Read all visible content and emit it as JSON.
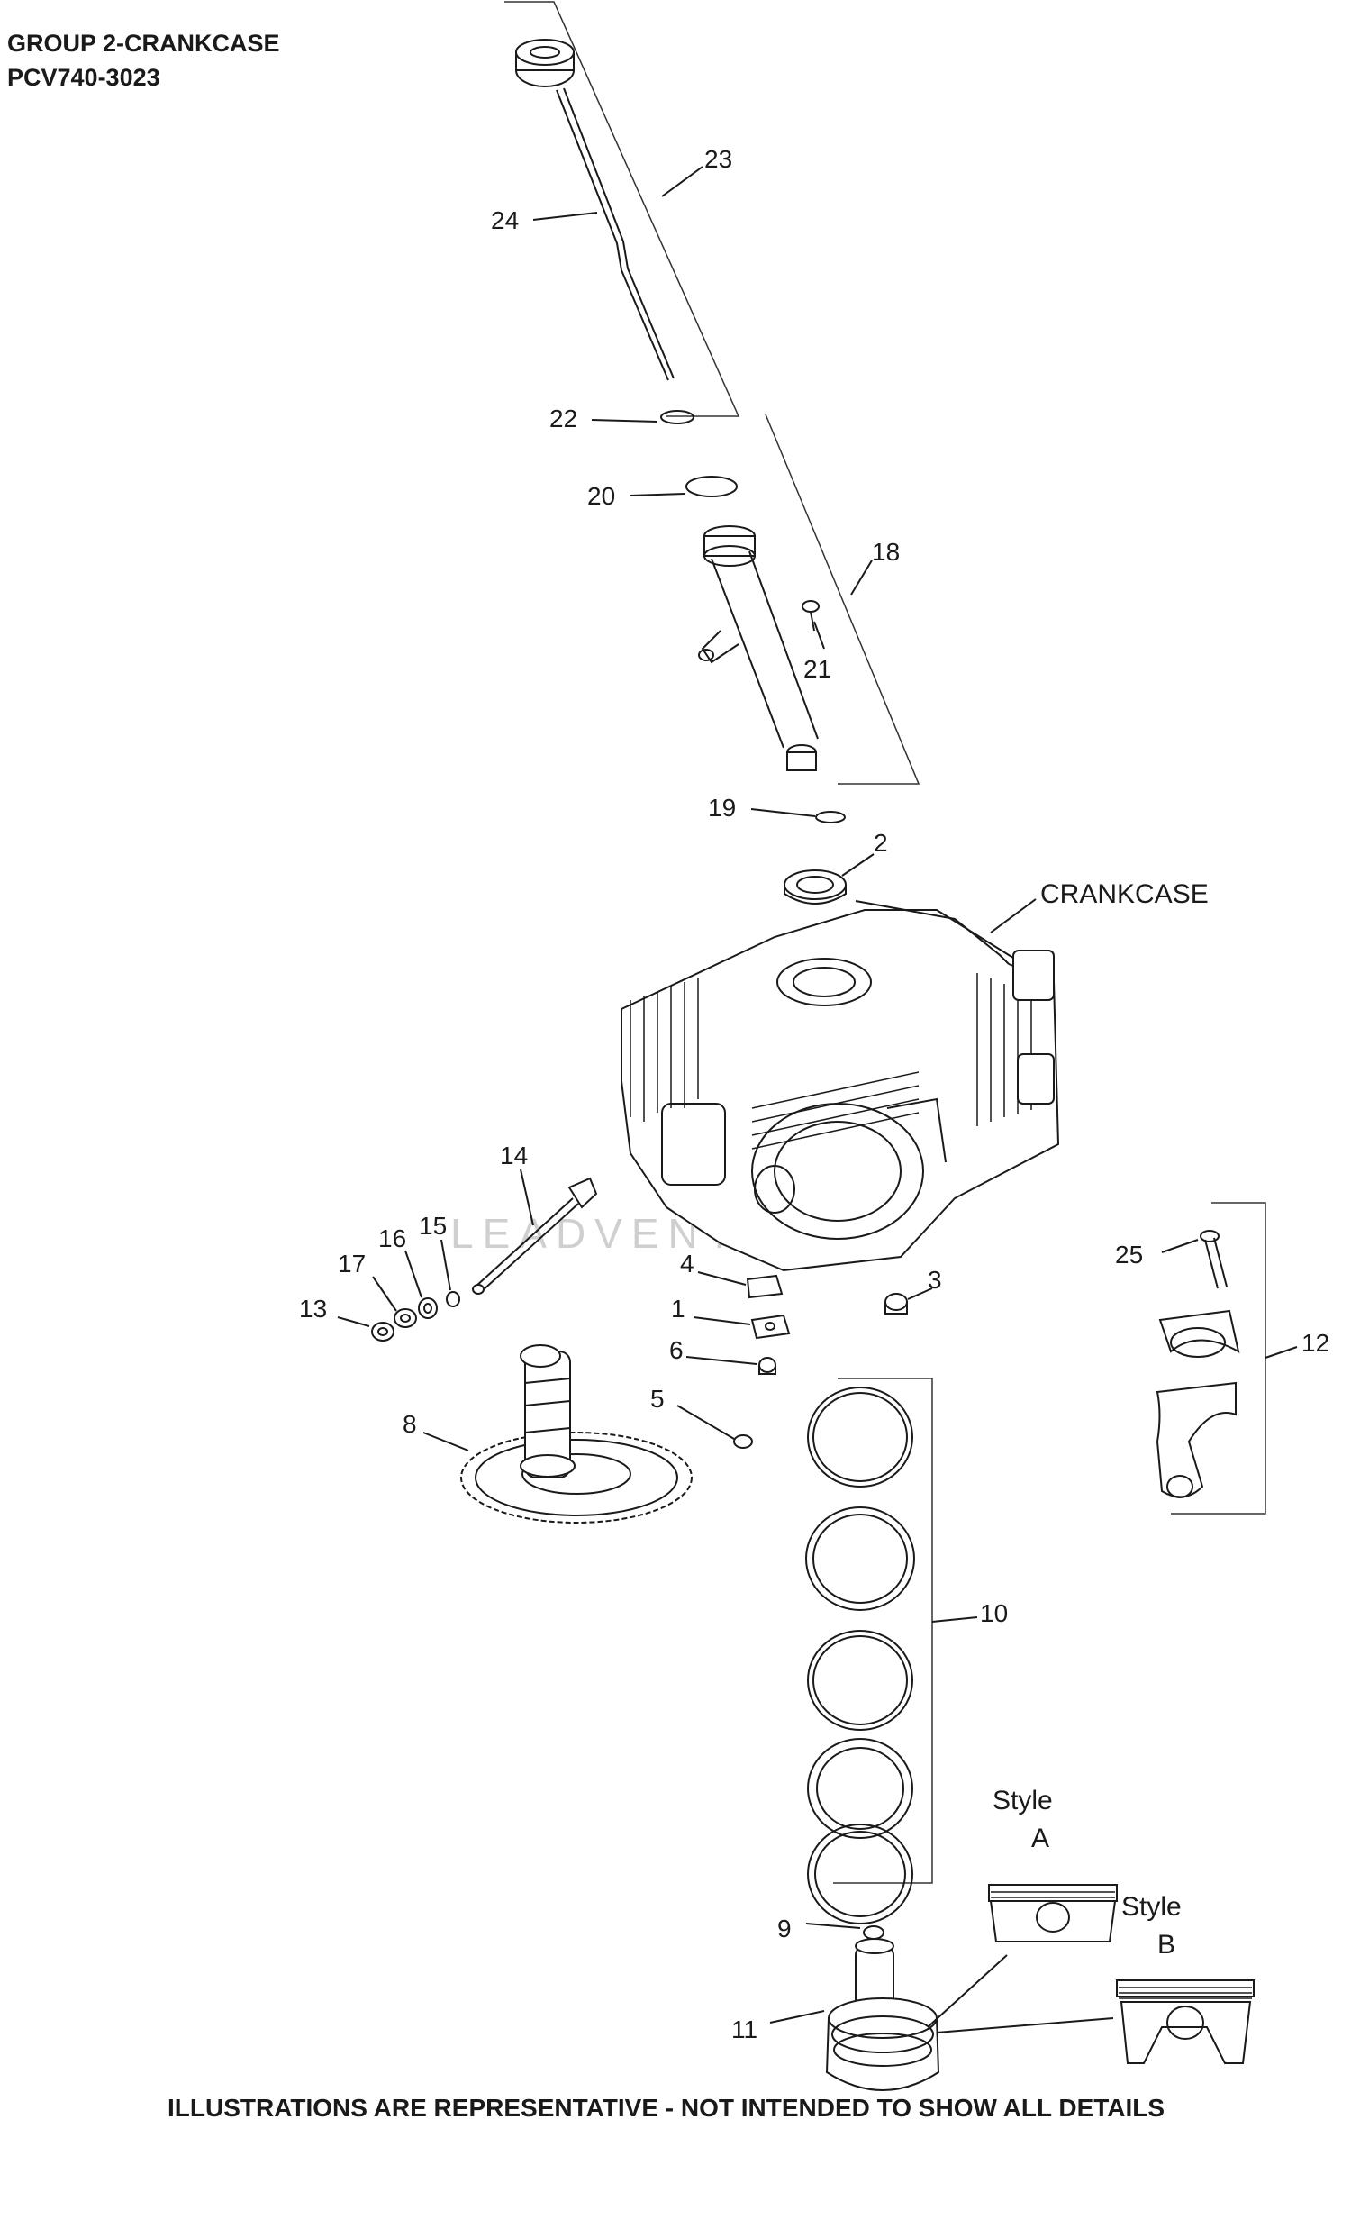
{
  "header": {
    "group": "GROUP 2-CRANKCASE",
    "model": "PCV740-3023"
  },
  "labels": {
    "crankcase": "CRANKCASE",
    "style_a_word": "Style",
    "style_a_letter": "A",
    "style_b_word": "Style",
    "style_b_letter": "B",
    "watermark": "LEADVENTURE"
  },
  "callouts": [
    {
      "id": "c1",
      "text": "1"
    },
    {
      "id": "c2",
      "text": "2"
    },
    {
      "id": "c3",
      "text": "3"
    },
    {
      "id": "c4",
      "text": "4"
    },
    {
      "id": "c5",
      "text": "5"
    },
    {
      "id": "c6",
      "text": "6"
    },
    {
      "id": "c8",
      "text": "8"
    },
    {
      "id": "c9",
      "text": "9"
    },
    {
      "id": "c10",
      "text": "10"
    },
    {
      "id": "c11",
      "text": "11"
    },
    {
      "id": "c12",
      "text": "12"
    },
    {
      "id": "c13",
      "text": "13"
    },
    {
      "id": "c14",
      "text": "14"
    },
    {
      "id": "c15",
      "text": "15"
    },
    {
      "id": "c16",
      "text": "16"
    },
    {
      "id": "c17",
      "text": "17"
    },
    {
      "id": "c18",
      "text": "18"
    },
    {
      "id": "c19",
      "text": "19"
    },
    {
      "id": "c20",
      "text": "20"
    },
    {
      "id": "c21",
      "text": "21"
    },
    {
      "id": "c22",
      "text": "22"
    },
    {
      "id": "c23",
      "text": "23"
    },
    {
      "id": "c24",
      "text": "24"
    },
    {
      "id": "c25",
      "text": "25"
    }
  ],
  "footer": {
    "disclaimer": "ILLUSTRATIONS ARE REPRESENTATIVE - NOT INTENDED TO SHOW ALL DETAILS"
  }
}
